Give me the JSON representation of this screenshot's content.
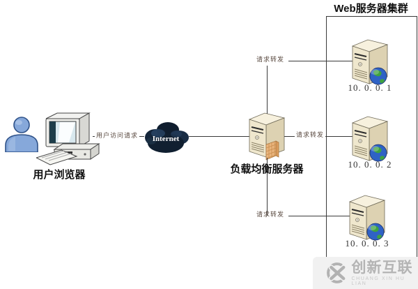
{
  "user": {
    "label": "用户浏览器",
    "request_label": "用户访问请求"
  },
  "internet": {
    "label": "Internet"
  },
  "load_balancer": {
    "label": "负载均衡服务器"
  },
  "cluster": {
    "title": "Web服务器集群",
    "servers": [
      {
        "ip": "10. 0. 0. 1",
        "forward_label": "请求转发"
      },
      {
        "ip": "10. 0. 0. 2",
        "forward_label": "请求转发"
      },
      {
        "ip": "10. 0. 0. 3",
        "forward_label": "请求转发"
      }
    ]
  },
  "watermark": {
    "brand": "创新互联",
    "brand_latin": "CHUANG XIN HU LIAN"
  },
  "colors": {
    "line": "#3a3a3a",
    "small_label_text": "#5a4a40",
    "cloud_fill": "#101f30",
    "server_front": "#efe7cd",
    "server_side": "#ddd2b2",
    "globe_ocean": "#2f62c5",
    "globe_land": "#3fa23f",
    "person_blue": "#86a8da",
    "lb_panel_orange": "#eab57e",
    "watermark_gray": "#b4b4b4",
    "watermark_bg": "#f1f1f1"
  }
}
